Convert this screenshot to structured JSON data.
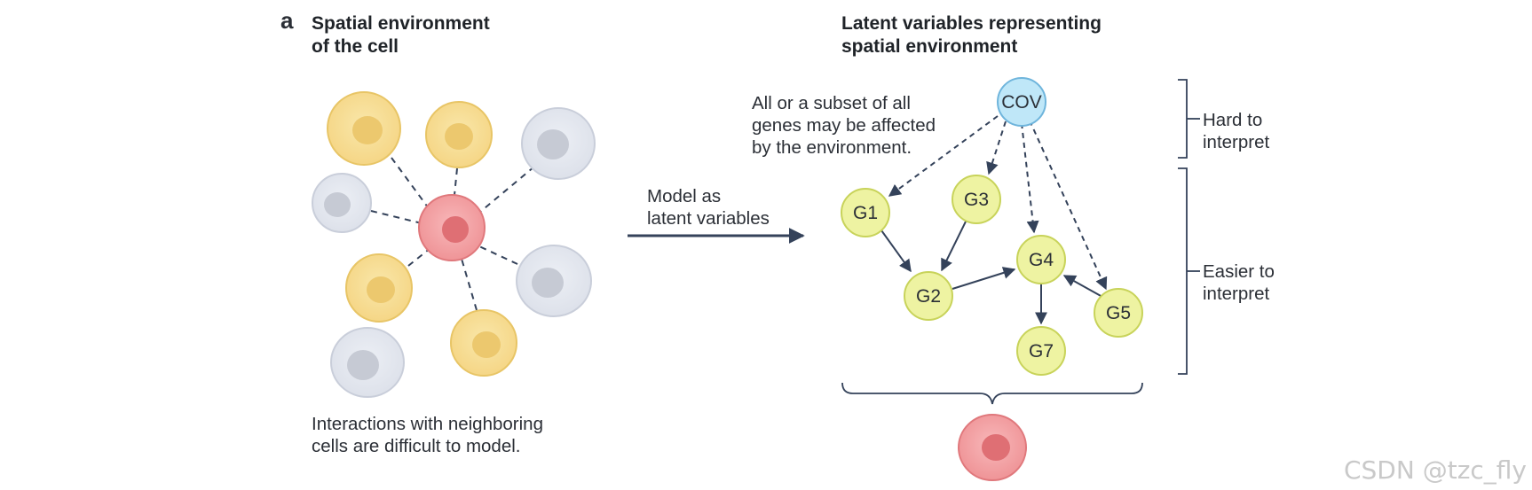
{
  "panel_label": "a",
  "left_title": {
    "line1": "Spatial environment",
    "line2": "of the cell"
  },
  "right_title": {
    "line1": "Latent variables representing",
    "line2": "spatial environment"
  },
  "left_caption": {
    "line1": "Interactions with neighboring",
    "line2": "cells are difficult to model."
  },
  "arrow_label": {
    "line1": "Model as",
    "line2": "latent variables"
  },
  "note": {
    "line1": "All or a subset of all",
    "line2": "genes may be affected",
    "line3": "by the environment."
  },
  "bracket_labels": {
    "hard_line1": "Hard to",
    "hard_line2": "interpret",
    "easier_line1": "Easier to",
    "easier_line2": "interpret"
  },
  "nodes": {
    "cov": "COV",
    "g1": "G1",
    "g2": "G2",
    "g3": "G3",
    "g4": "G4",
    "g5": "G5",
    "g7": "G7"
  },
  "colors": {
    "yellow_cell": "#f6dc93",
    "grey_cell": "#dfe2ea",
    "red_cell": "#f3a0a3",
    "cov_node": "#bfe7f8",
    "gene_node": "#eef3a2",
    "arrow": "#34425a"
  },
  "watermark": "CSDN @tzc_fly"
}
